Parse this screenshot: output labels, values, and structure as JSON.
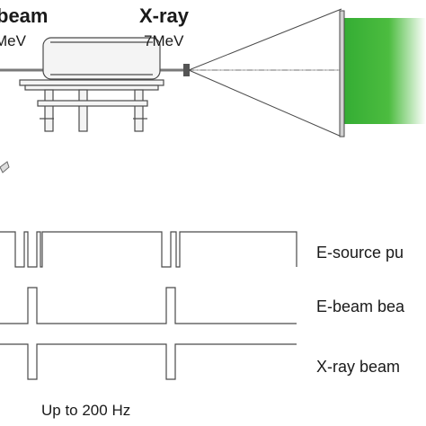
{
  "top": {
    "ebeam_label": "beam",
    "ebeam_energy": "MeV",
    "xray_label": "X-ray",
    "xray_energy": "7MeV"
  },
  "signals": [
    {
      "label": "E-source pu"
    },
    {
      "label": "E-beam bea"
    },
    {
      "label": "X-ray beam"
    }
  ],
  "bottom": {
    "frequency_label": "Up to 200 Hz"
  },
  "colors": {
    "line": "#4a4a4a",
    "target_green": "#3fb53f",
    "machine_fill": "#f4f4f4"
  }
}
